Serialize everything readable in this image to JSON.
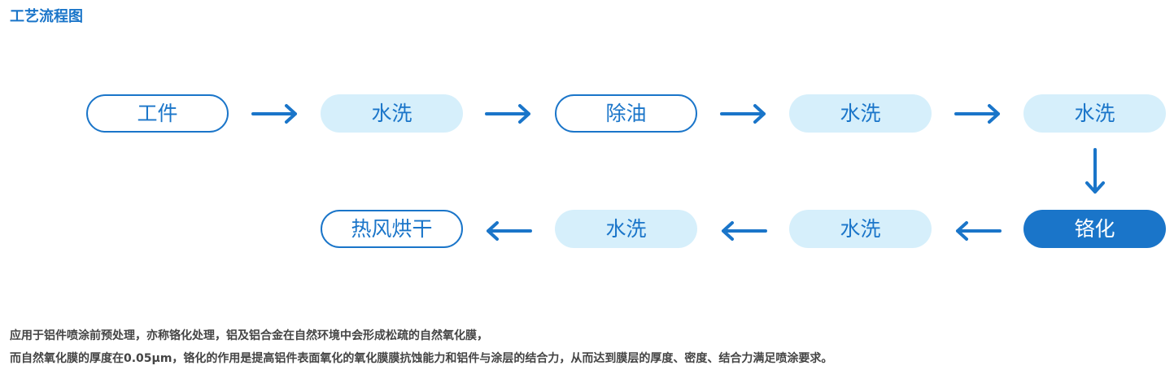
{
  "title": "工艺流程图",
  "colors": {
    "accent": "#1a75c9",
    "node_light_fill": "#d6effb",
    "description_text": "#444444"
  },
  "process_steps": [
    {
      "label": "工件",
      "style": "outline"
    },
    {
      "label": "水洗",
      "style": "light"
    },
    {
      "label": "除油",
      "style": "outline"
    },
    {
      "label": "水洗",
      "style": "light"
    },
    {
      "label": "水洗",
      "style": "light"
    },
    {
      "label": "铬化",
      "style": "dark"
    },
    {
      "label": "水洗",
      "style": "light"
    },
    {
      "label": "水洗",
      "style": "light"
    },
    {
      "label": "热风烘干",
      "style": "outline"
    }
  ],
  "flow_arrows": [
    "right",
    "right",
    "right",
    "right",
    "down",
    "left",
    "left",
    "left"
  ],
  "description": {
    "line1": "应用于铝件喷涂前预处理，亦称铬化处理，铝及铝合金在自然环境中会形成松疏的自然氧化膜，",
    "line2": "而自然氧化膜的厚度在0.05μm，铬化的作用是提高铝件表面氧化的氧化膜膜抗蚀能力和铝件与涂层的结合力，从而达到膜层的厚度、密度、结合力满足喷涂要求。"
  }
}
